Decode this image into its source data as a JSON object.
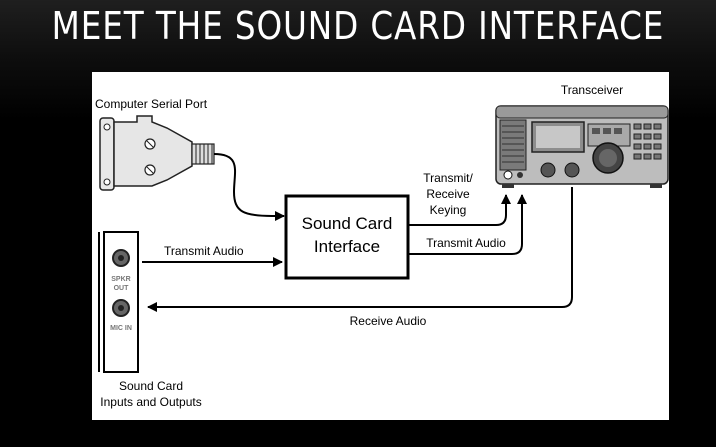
{
  "slide": {
    "title": "MEET THE SOUND CARD INTERFACE"
  },
  "diagram": {
    "computer_port_label": "Computer Serial Port",
    "transceiver_label": "Transceiver",
    "interface_label_line1": "Sound Card",
    "interface_label_line2": "Interface",
    "keying_label_line1": "Transmit/",
    "keying_label_line2": "Receive",
    "keying_label_line3": "Keying",
    "tx_audio_in_label": "Transmit Audio",
    "tx_audio_out_label": "Transmit Audio",
    "receive_audio_label": "Receive Audio",
    "soundcard_label_line1": "Sound Card",
    "soundcard_label_line2": "Inputs and Outputs",
    "spkr_label_line1": "SPKR",
    "spkr_label_line2": "OUT",
    "mic_label": "MIC IN"
  },
  "colors": {
    "background": "#000000",
    "panel": "#ffffff",
    "title": "#ffffff"
  }
}
